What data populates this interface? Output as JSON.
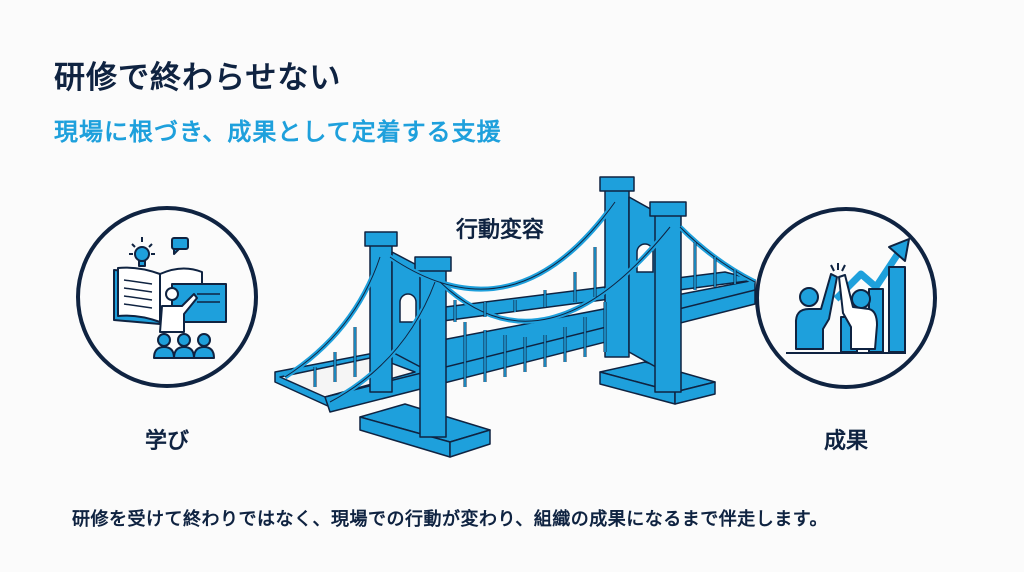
{
  "header": {
    "title": "研修で終わらせない",
    "subtitle": "現場に根づき、成果として定着する支援"
  },
  "diagram": {
    "left_node": {
      "label": "学び",
      "icon": "classroom-learning-icon"
    },
    "bridge": {
      "label": "行動変容",
      "icon": "suspension-bridge-icon"
    },
    "right_node": {
      "label": "成果",
      "icon": "growth-results-icon"
    }
  },
  "footer": {
    "text": "研修を受けて終わりではなく、現場での行動が変わり、組織の成果になるまで伴走します。"
  },
  "colors": {
    "navy": "#0f2341",
    "accent_blue": "#1ea0dc",
    "background": "#fbfbfb"
  }
}
